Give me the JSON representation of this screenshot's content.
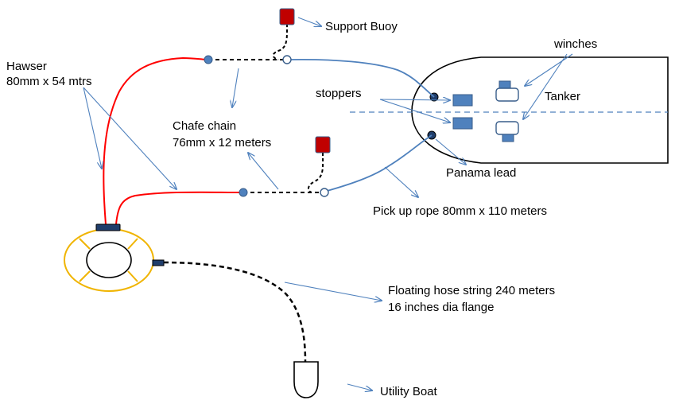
{
  "labels": {
    "support_buoy": "Support Buoy",
    "hawser_line1": "Hawser",
    "hawser_line2": "80mm x 54 mtrs",
    "winches": "winches",
    "stoppers": "stoppers",
    "tanker": "Tanker",
    "chafe_chain_line1": "Chafe chain",
    "chafe_chain_line2": "76mm x 12 meters",
    "panama_lead": "Panama lead",
    "pick_up_rope": "Pick up rope 80mm x 110 meters",
    "floating_hose_line1": "Floating hose string 240 meters",
    "floating_hose_line2": "16 inches  dia flange",
    "utility_boat": "Utility Boat"
  },
  "colors": {
    "hawser": "#ff0000",
    "rope": "#4f81bd",
    "annotation_arrow": "#4f81bd",
    "fitting": "#4f81bd",
    "fitting_stroke": "#385d8a",
    "buoy": "#c00000",
    "buoy_stroke": "#385d8a",
    "buoy_ring": "#f0b400",
    "chain": "#000000",
    "tanker_centerline": "#4f81bd"
  }
}
